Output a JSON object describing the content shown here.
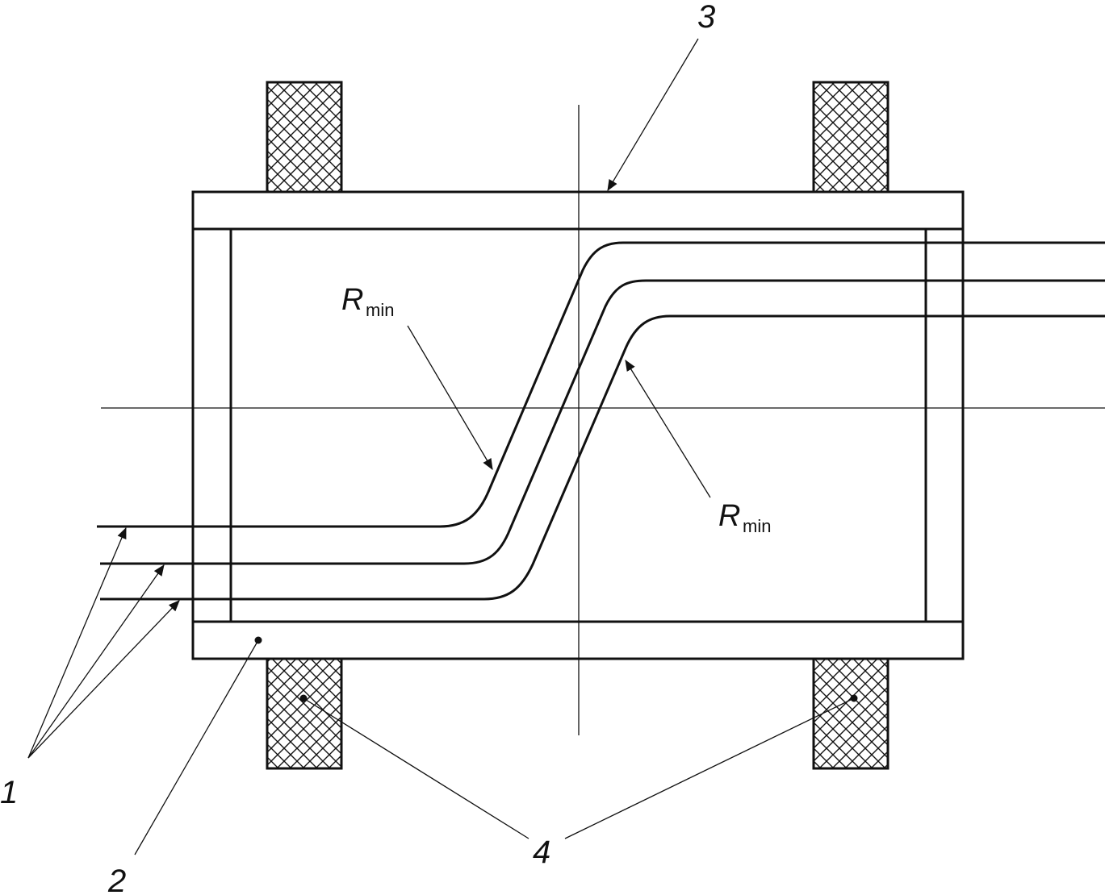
{
  "labels": {
    "fibers": "1",
    "base": "2",
    "housing": "3",
    "clamps": "4",
    "rmin_letter": "R",
    "rmin_sub": "min"
  },
  "colors": {
    "line": "#111111",
    "background": "#ffffff"
  }
}
